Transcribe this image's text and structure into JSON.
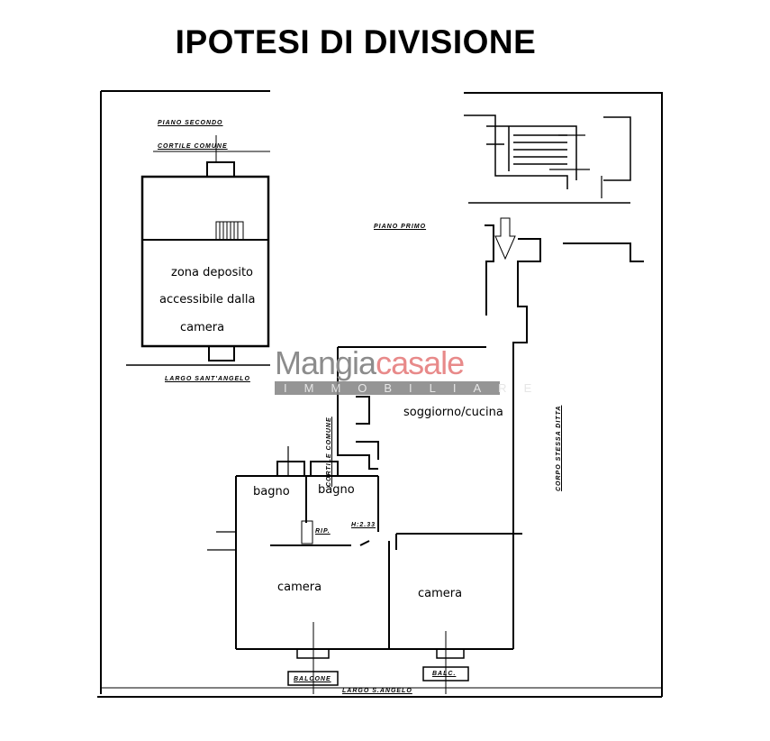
{
  "title": "IPOTESI DI DIVISIONE",
  "plan_labels": {
    "piano_secondo": "PIANO SECONDO",
    "cortile_comune_top": "CORTILE COMUNE",
    "largo_sant_angelo_top": "LARGO SANT'ANGELO",
    "piano_primo": "PIANO PRIMO",
    "cortile_comune_side": "CORTILE COMUNE",
    "corpo_stessa_ditta": "CORPO STESSA DITTA",
    "balcone": "BALCONE",
    "largo_s_angelo_bottom": "LARGO S.ANGELO",
    "balc": "BALC.",
    "rip": "RIP.",
    "height_note": "H:2.33"
  },
  "rooms": {
    "zona_deposito_1": "zona deposito",
    "zona_deposito_2": "accessibile dalla",
    "zona_deposito_3": "camera",
    "soggiorno": "soggiorno/cucina",
    "bagno_1": "bagno",
    "bagno_2": "bagno",
    "camera_left": "camera",
    "camera_right": "camera"
  },
  "watermark": {
    "brand_part1": "Mangia",
    "brand_part2": "casale",
    "subtitle": "IMMOBILIARE"
  }
}
